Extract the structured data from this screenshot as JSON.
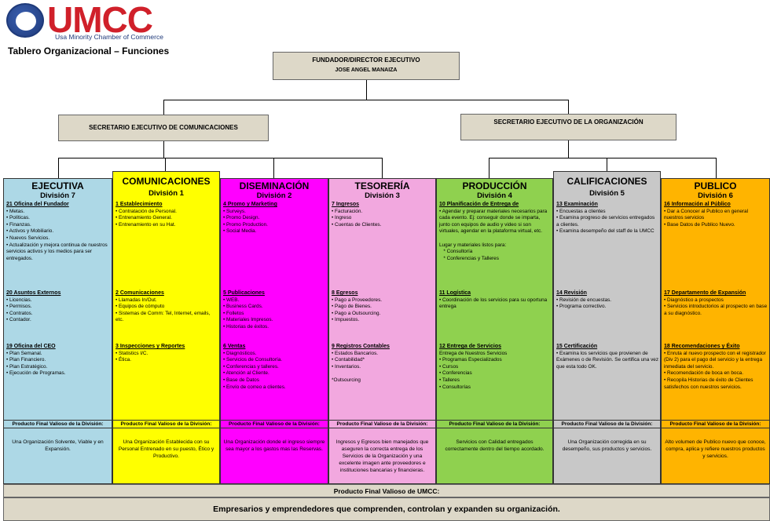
{
  "logo": {
    "brand": "UMCC",
    "tagline": "Usa Minority Chamber of Commerce"
  },
  "subtitle": "Tablero Organizacional – Funciones",
  "founder": {
    "role": "FUNDADOR/DIRECTOR EJECUTIVO",
    "name": "JOSE ANGEL MANAIZA"
  },
  "secretaries": [
    {
      "label": "SECRETARIO EJECUTIVO DE COMUNICACIONES"
    },
    {
      "label": "SECRETARIO EJECUTIVO DE LA ORGANIZACIÓN"
    }
  ],
  "colors": {
    "ejecutiva": "#add8e6",
    "comunicaciones": "#ffff00",
    "diseminacion": "#ff00ff",
    "tesoreria": "#f2a8df",
    "produccion": "#8fd14f",
    "calificaciones": "#c8c8c8",
    "publico": "#ffb400"
  },
  "pf_label": "Producto Final Valioso de la División:",
  "divisions": [
    {
      "title": "EJECUTIVA",
      "division": "División 7",
      "sections": [
        {
          "title": "21 Oficina del Fundador",
          "items": [
            "• Metas.",
            "• Políticas.",
            "• Finanzas.",
            "• Activos y Mobiliario.",
            "• Nuevos Servicios.",
            "• Actualización y mejora continua de nuestros servicios activos y los medios para ser entregados."
          ]
        },
        {
          "title": "20 Asuntos Externos",
          "items": [
            "• Licencias.",
            "• Permisos.",
            "• Contratos.",
            "• Contador."
          ]
        },
        {
          "title": "19 Oficina del CEO",
          "items": [
            "• Plan Semanal.",
            "• Plan Financiero.",
            "• Plan Estratégico.",
            "• Ejecución de Programas."
          ]
        }
      ],
      "product": "Una Organización Solvente, Viable y en Expansión."
    },
    {
      "title": "COMUNICACIONES",
      "division": "División 1",
      "sections": [
        {
          "title": "1 Establecimiento",
          "items": [
            "• Contratación de Personal.",
            "• Entrenamiento General.",
            "• Entrenamiento en su Hat."
          ]
        },
        {
          "title": "2 Comunicaciones",
          "items": [
            "• Llamadas In/Out.",
            "• Equipos de cómputo",
            "• Sistemas de Comm: Tel, Internet, emails, etc."
          ]
        },
        {
          "title": "3 Inspecciones y Reportes",
          "items": [
            "• Statistics I/C.",
            "• Ética."
          ]
        }
      ],
      "product": "Una Organización Establecida con su Personal Entrenado en su puesto, Ético y Productivo."
    },
    {
      "title": "DISEMINACIÓN",
      "division": "División 2",
      "sections": [
        {
          "title": "4 Promo y Marketing",
          "items": [
            "• Surveys.",
            "• Promo Design.",
            "• Promo Production.",
            "• Social Media."
          ]
        },
        {
          "title": "5 Publicaciones",
          "items": [
            "• WEB.",
            "• Business Cards.",
            "• Folletos",
            "• Materiales Impresos.",
            "• Historias de éxitos."
          ]
        },
        {
          "title": "6 Ventas",
          "items": [
            "• Diagnósticos.",
            "• Servicios de Consultoría.",
            "• Conferencias y talleres.",
            "• Atención al Cliente.",
            "• Base de Datos",
            "• Envío de correo a clientes."
          ]
        }
      ],
      "product": "Una Organización donde el ingreso siempre sea mayor a los gastos mas las Reservas."
    },
    {
      "title": "TESORERÍA",
      "division": "División 3",
      "sections": [
        {
          "title": "7 Ingresos",
          "items": [
            "• Facturación.",
            "• Ingreso",
            "• Cuentas de Clientes."
          ]
        },
        {
          "title": "8 Egresos",
          "items": [
            "• Pago a Proveedores.",
            "• Pago de Bienes.",
            "• Pago a Outsourcing.",
            "• Impuestos."
          ]
        },
        {
          "title": "9 Registros Contables",
          "items": [
            "• Estados Bancarios.",
            "• Contabilidad*",
            "• Inventarios.",
            "",
            "*Outsourcing"
          ]
        }
      ],
      "product": "Ingresos y Egresos bien manejados que aseguren la correcta entrega de los Servicios de la Organización y una excelente imagen ante proveedores e instituciones bancarias y financieras."
    },
    {
      "title": "PRODUCCIÓN",
      "division": "División 4",
      "sections": [
        {
          "title": "10 Planificación de Entrega de",
          "items": [
            "• Agendar y preparar materiales necesarios para cada evento. Ej: conseguir donde se imparta, junto con equipos de audio y video si son virtuales, agendar en la plataforma virtual, etc.",
            "",
            "Lugar y materiales listos para:",
            "   * Consultoría",
            "   * Conferencias y Talleres"
          ]
        },
        {
          "title": "11 Logística",
          "items": [
            "• Coordinación de los servicios para su oportuna entrega"
          ]
        },
        {
          "title": "12 Entrega de Servicios",
          "items": [
            "Entrega de Nuestros Servicios",
            "• Programas Especializados",
            "• Cursos",
            "• Conferencias",
            "• Talleres",
            "• Consultorías"
          ]
        }
      ],
      "product": "Servicios con Calidad entregados correctamente dentro del tiempo acordado."
    },
    {
      "title": "CALIFICACIONES",
      "division": "División 5",
      "sections": [
        {
          "title": "13 Examinación",
          "items": [
            "• Encuestas a clientes",
            "• Examina progreso de servicios entregados a clientes.",
            "• Examina desempeño del staff de la UMCC"
          ]
        },
        {
          "title": "14 Revisión",
          "items": [
            "• Revisión de encuestas.",
            "• Programa correctivo."
          ]
        },
        {
          "title": "15 Certificación",
          "items": [
            "• Examina los servicios que provienen de Exámenes o de Revisión. Se certifica una vez que esta todo OK."
          ]
        }
      ],
      "product": "Una Organización corregida en su desempeño, sus productos y servicios."
    },
    {
      "title": "PUBLICO",
      "division": "División 6",
      "sections": [
        {
          "title": "16 Información al Público",
          "items": [
            "• Dar a Conocer al Publico en general nuestros servicios",
            "• Base Datos de Publico Nuevo."
          ]
        },
        {
          "title": "17 Departamento de Expansión",
          "items": [
            "• Diagnóstico a prospectos",
            "• Servicios introductorios al prospecto en base a su diagnóstico."
          ]
        },
        {
          "title": "18 Recomendaciones y Éxito",
          "items": [
            "• Enruta al nuevo prospecto con el registrador (Div 2) para el pago del servicio y la entrega inmediata del servicio.",
            "• Recomendación de boca en boca.",
            "• Recopila Historias de éxito de Clientes satisfechos con nuestros servicios."
          ]
        }
      ],
      "product": "Alto volumen de Publico nuevo que conoce, compra, aplica y refiere nuestros productos y servicios."
    }
  ],
  "final_product": {
    "label": "Producto Final Valioso de UMCC:",
    "text": "Empresarios y emprendedores que comprenden, controlan y expanden su organización."
  }
}
